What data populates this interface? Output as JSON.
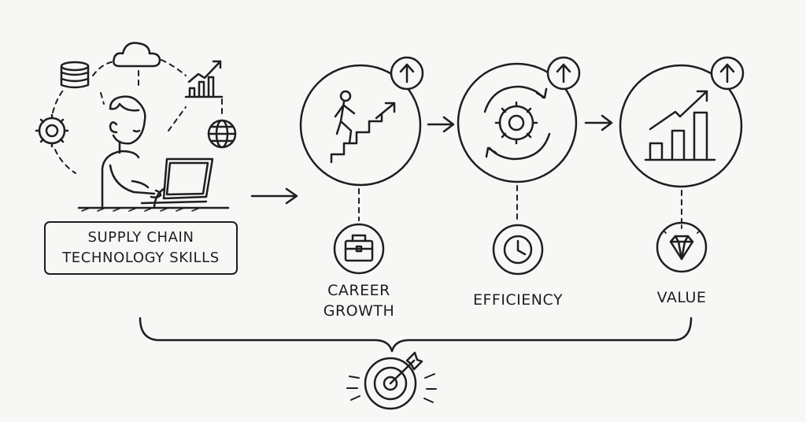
{
  "skills_box": {
    "line1": "SUPPLY CHAIN",
    "line2": "TECHNOLOGY SKILLS"
  },
  "outcomes": [
    {
      "line1": "CAREER",
      "line2": "GROWTH",
      "icon": "briefcase-icon"
    },
    {
      "line1": "EFFICIENCY",
      "icon": "clock-icon"
    },
    {
      "line1": "VALUE",
      "icon": "diamond-icon"
    }
  ],
  "stages": [
    "climbing-stairs-icon",
    "gear-cycle-icon",
    "bar-chart-growth-icon"
  ],
  "colors": {
    "ink": "#1e1e1e",
    "background": "#f7f7f5"
  }
}
